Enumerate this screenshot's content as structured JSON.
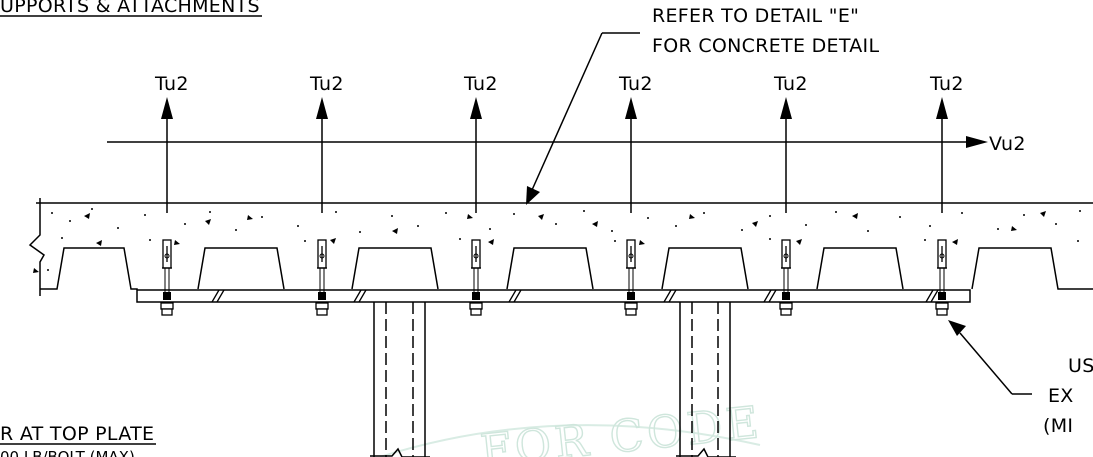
{
  "headings": {
    "top": "UPPORTS & ATTACHMENTS",
    "shear": "R AT TOP PLATE",
    "shear_sub": "00 LB/BOLT  (MAX)"
  },
  "notes": {
    "refer_line1": "REFER TO DETAIL \"E\"",
    "refer_line2": "FOR CONCRETE DETAIL",
    "right_line1": "USI",
    "right_line2": "EX",
    "right_line3": "(MI"
  },
  "loads": {
    "tension_labels": [
      "Tu2",
      "Tu2",
      "Tu2",
      "Tu2",
      "Tu2",
      "Tu2"
    ],
    "shear_label": "Vu2"
  },
  "watermark": "FOR CODE"
}
